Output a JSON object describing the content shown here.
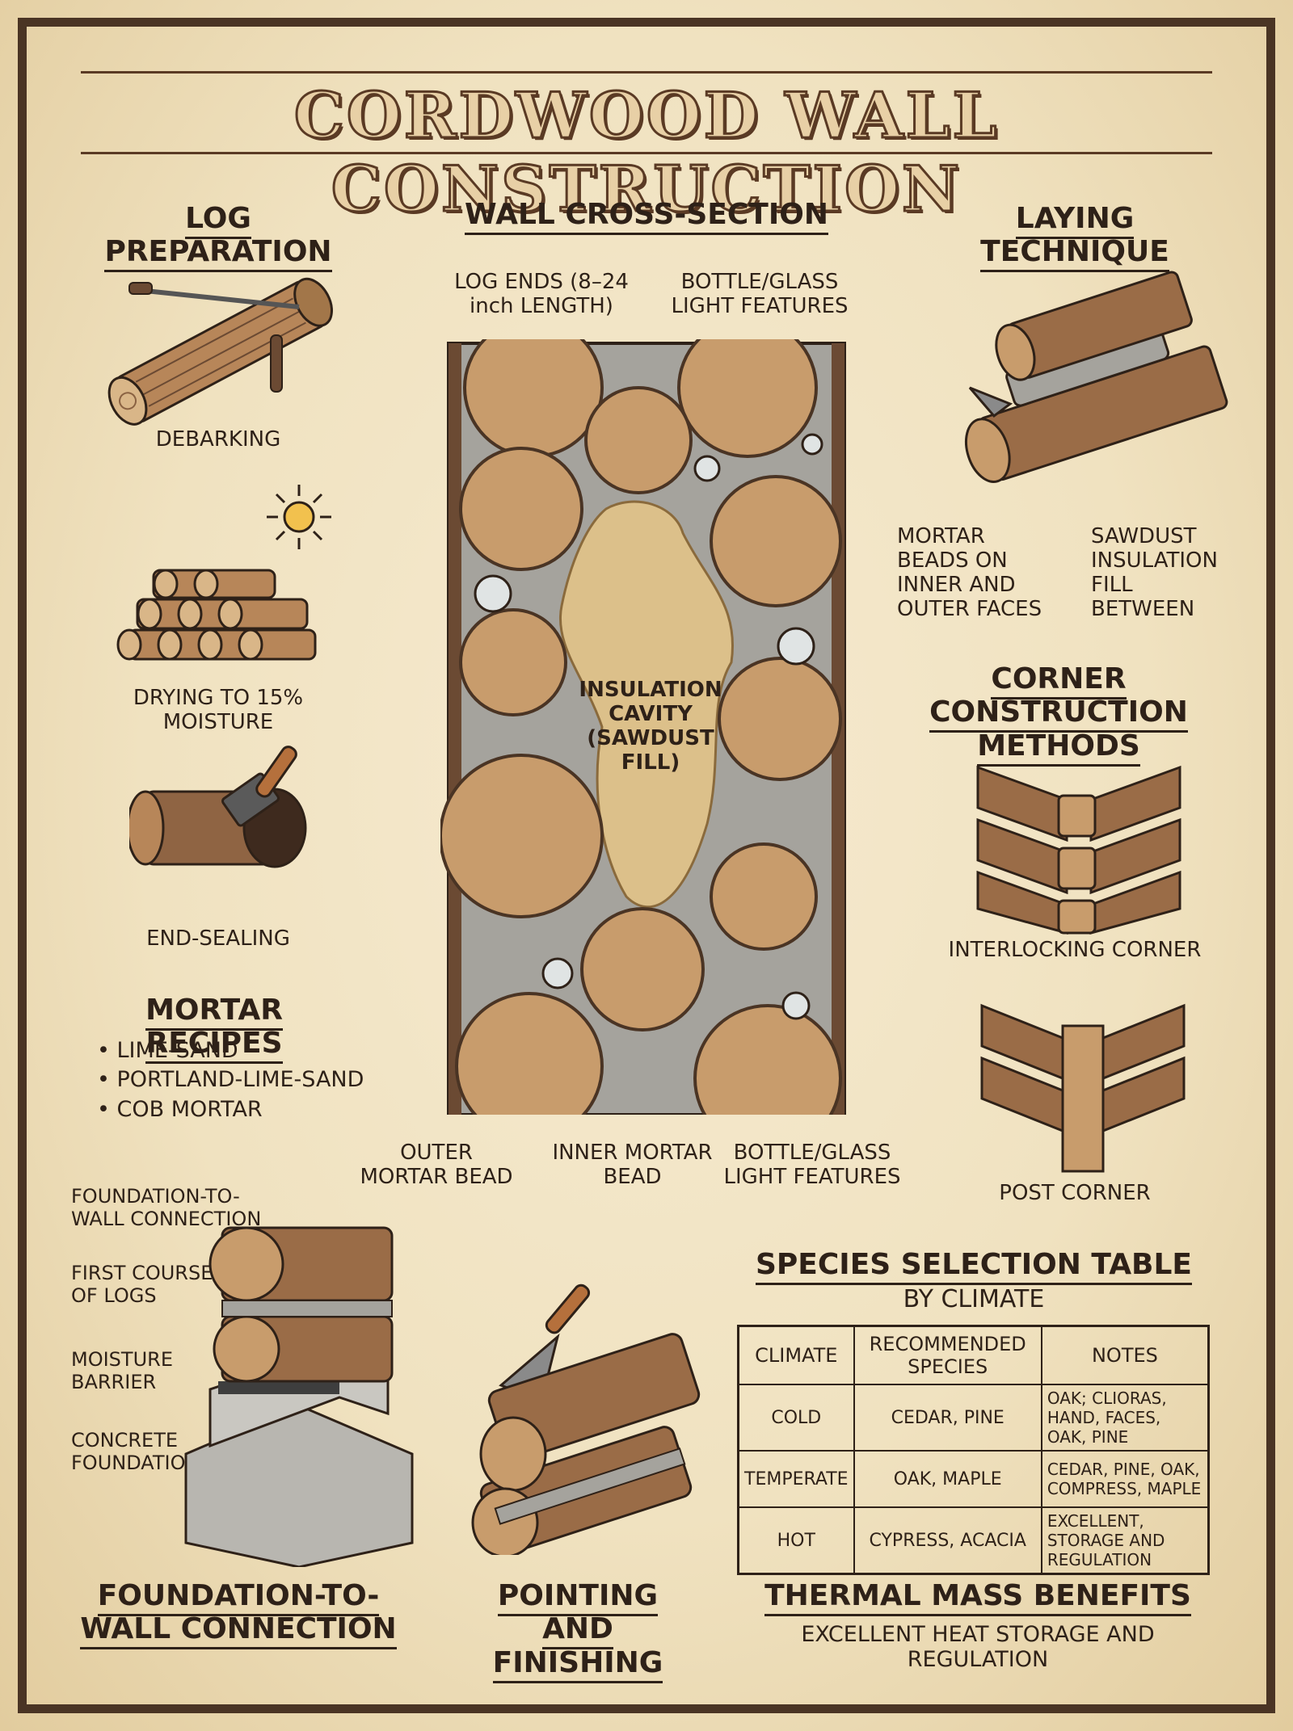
{
  "title": "CORDWOOD WALL CONSTRUCTION",
  "log_preparation": {
    "heading": "LOG PREPARATION",
    "steps": [
      "DEBARKING",
      "DRYING TO 15% MOISTURE",
      "END-SEALING"
    ]
  },
  "cross_section": {
    "heading": "WALL CROSS-SECTION",
    "labels": {
      "log_ends": "LOG ENDS (8–24 inch LENGTH)",
      "bottle_top": "BOTTLE/GLASS LIGHT FEATURES",
      "cavity": "INSULATION CAVITY (SAWDUST FILL)",
      "outer_bead": "OUTER MORTAR BEAD",
      "inner_bead": "INNER MORTAR BEAD",
      "bottle_bottom": "BOTTLE/GLASS LIGHT FEATURES"
    }
  },
  "laying": {
    "heading": "LAYING TECHNIQUE",
    "mortar_beads": "MORTAR BEADS ON INNER AND OUTER FACES",
    "sawdust": "SAWDUST INSULATION FILL BETWEEN"
  },
  "corners": {
    "heading": "CORNER CONSTRUCTION METHODS",
    "interlocking": "INTERLOCKING CORNER",
    "post": "POST CORNER"
  },
  "mortar": {
    "heading": "MORTAR RECIPES",
    "items": [
      "LIME-SAND",
      "PORTLAND-LIME-SAND",
      "COB MORTAR"
    ]
  },
  "foundation": {
    "callouts": [
      "FOUNDATION-TO-WALL CONNECTION",
      "FIRST COURSE OF LOGS",
      "MOISTURE BARRIER",
      "CONCRETE FOUNDATION"
    ],
    "heading": "FOUNDATION-TO-WALL CONNECTION"
  },
  "pointing": {
    "heading": "POINTING AND FINISHING"
  },
  "species": {
    "heading": "SPECIES SELECTION TABLE",
    "subheading": "BY CLIMATE",
    "columns": [
      "CLIMATE",
      "RECOMMENDED SPECIES",
      "NOTES"
    ],
    "rows": [
      [
        "COLD",
        "CEDAR, PINE",
        "OAK; CLIORAS, HAND, FACES, OAK, PINE"
      ],
      [
        "TEMPERATE",
        "OAK, MAPLE",
        "CEDAR, PINE, OAK, COMPRESS, MAPLE"
      ],
      [
        "HOT",
        "CYPRESS, ACACIA",
        "EXCELLENT, STORAGE AND REGULATION"
      ]
    ]
  },
  "thermal": {
    "heading": "THERMAL MASS BENEFITS",
    "text": "EXCELLENT HEAT STORAGE AND REGULATION"
  },
  "colors": {
    "wood": "#b78659",
    "wood_dark": "#6b4a33",
    "mortar": "#a5a39d",
    "sawdust": "#dcc08a",
    "ink": "#2e2118",
    "paper": "#f2e5c6"
  }
}
